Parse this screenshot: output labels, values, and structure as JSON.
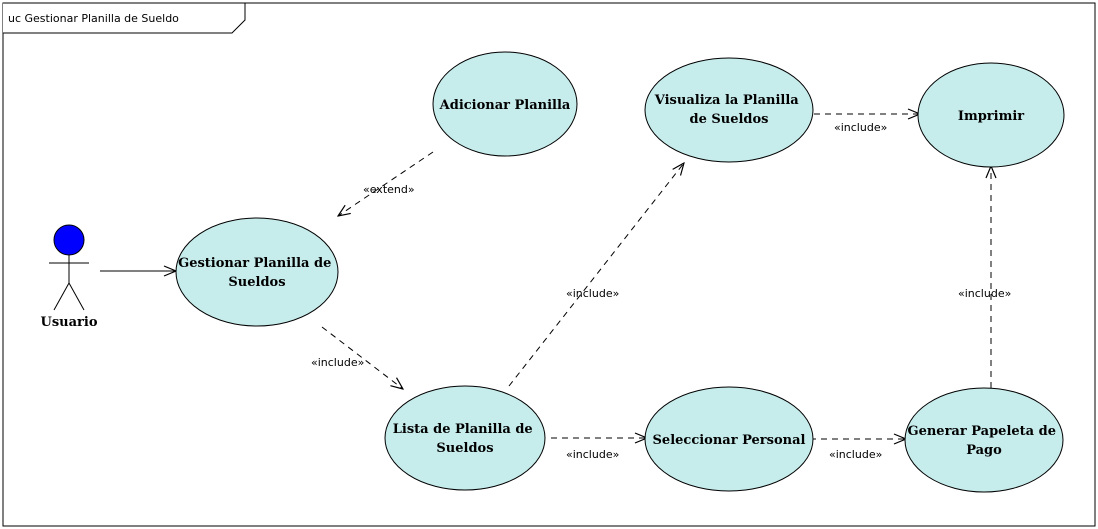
{
  "diagram": {
    "frame_title": "uc Gestionar Planilla de Sueldo",
    "colors": {
      "usecase_fill": "#c7ecec",
      "usecase_stroke": "#000000",
      "actor_head": "#0000ff",
      "line": "#000000"
    },
    "actor": {
      "label": "Usuario"
    },
    "usecases": {
      "gestionar": [
        "Gestionar Planilla de",
        "Sueldos"
      ],
      "adicionar": [
        "Adicionar Planilla"
      ],
      "visualiza": [
        "Visualiza la Planilla",
        "de Sueldos"
      ],
      "imprimir": [
        "Imprimir"
      ],
      "lista": [
        "Lista de Planilla de",
        "Sueldos"
      ],
      "seleccionar": [
        "Seleccionar Personal"
      ],
      "generar": [
        "Generar Papeleta de",
        "Pago"
      ]
    },
    "relations": {
      "extend": "«extend»",
      "include_gestionar_lista": "«include»",
      "include_lista_visualiza": "«include»",
      "include_visualiza_imprimir": "«include»",
      "include_lista_seleccionar": "«include»",
      "include_seleccionar_generar": "«include»",
      "include_generar_imprimir": "«include»"
    }
  }
}
